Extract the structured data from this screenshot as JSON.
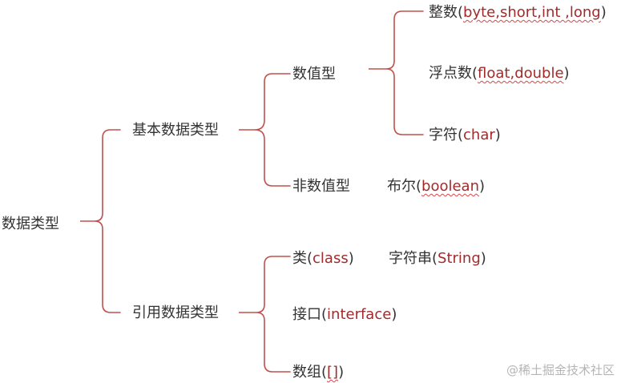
{
  "line_color": "#c0504d",
  "text_color": "#333333",
  "accent_color": "#a32a2a",
  "nodes": {
    "root": "数据类型",
    "primitive": "基本数据类型",
    "numeric": "数值型",
    "integer_prefix": "整数(",
    "integer_types": "byte,short,int ,long",
    "integer_suffix": ")",
    "float_prefix": "浮点数(",
    "float_types": "float,double",
    "float_suffix": ")",
    "char_prefix": "字符(",
    "char_type": "char",
    "char_suffix": ")",
    "non_numeric": "非数值型",
    "boolean_prefix": "布尔(",
    "boolean_type": "boolean",
    "boolean_suffix": ")",
    "reference": "引用数据类型",
    "class_prefix": "类(",
    "class_type": "class",
    "class_suffix": ")",
    "string_prefix": "字符串(",
    "string_type": "String",
    "string_suffix": ")",
    "interface_prefix": "接口(",
    "interface_type": "interface",
    "interface_suffix": ")",
    "array_prefix": "数组(",
    "array_type": "[]",
    "array_suffix": ")"
  },
  "watermark": "@稀土掘金技术社区"
}
